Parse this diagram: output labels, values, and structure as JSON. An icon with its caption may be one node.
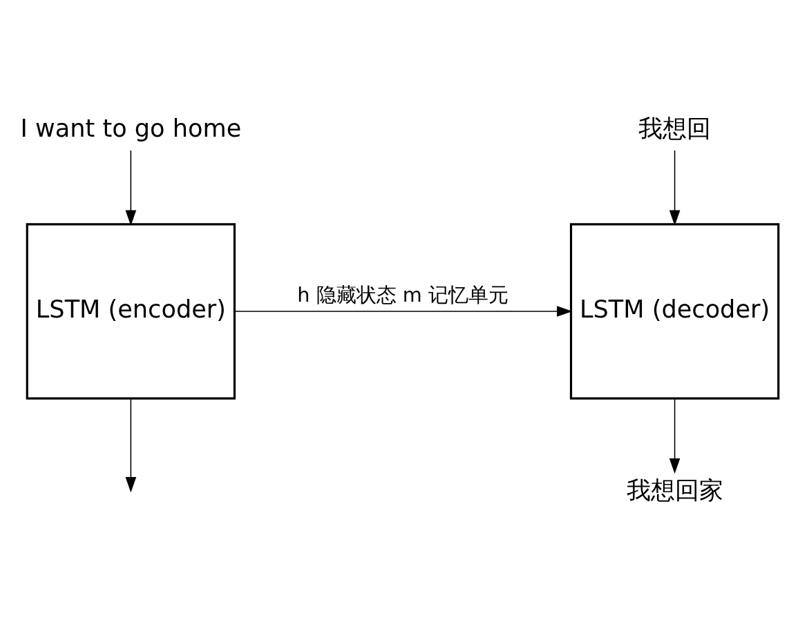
{
  "diagram": {
    "nodes": [
      {
        "text": [
          "I want to go home"
        ]
      },
      {
        "text": [
          "LSTM (encoder)"
        ]
      },
      {
        "text": [
          "我想回"
        ]
      },
      {
        "text": [
          "LSTM (decoder)"
        ]
      },
      {
        "text": [
          "我想回家"
        ]
      }
    ],
    "edges": [
      {
        "from": 0,
        "to": 1,
        "arrow": "to"
      },
      {
        "from": 1,
        "to": null,
        "arrow": "to"
      },
      {
        "from": 1,
        "to": 3,
        "arrow": "to",
        "label": "h 隐藏状态 m 记忆单元"
      },
      {
        "from": 2,
        "to": 3,
        "arrow": "to"
      },
      {
        "from": 3,
        "to": 4,
        "arrow": "to"
      }
    ]
  }
}
